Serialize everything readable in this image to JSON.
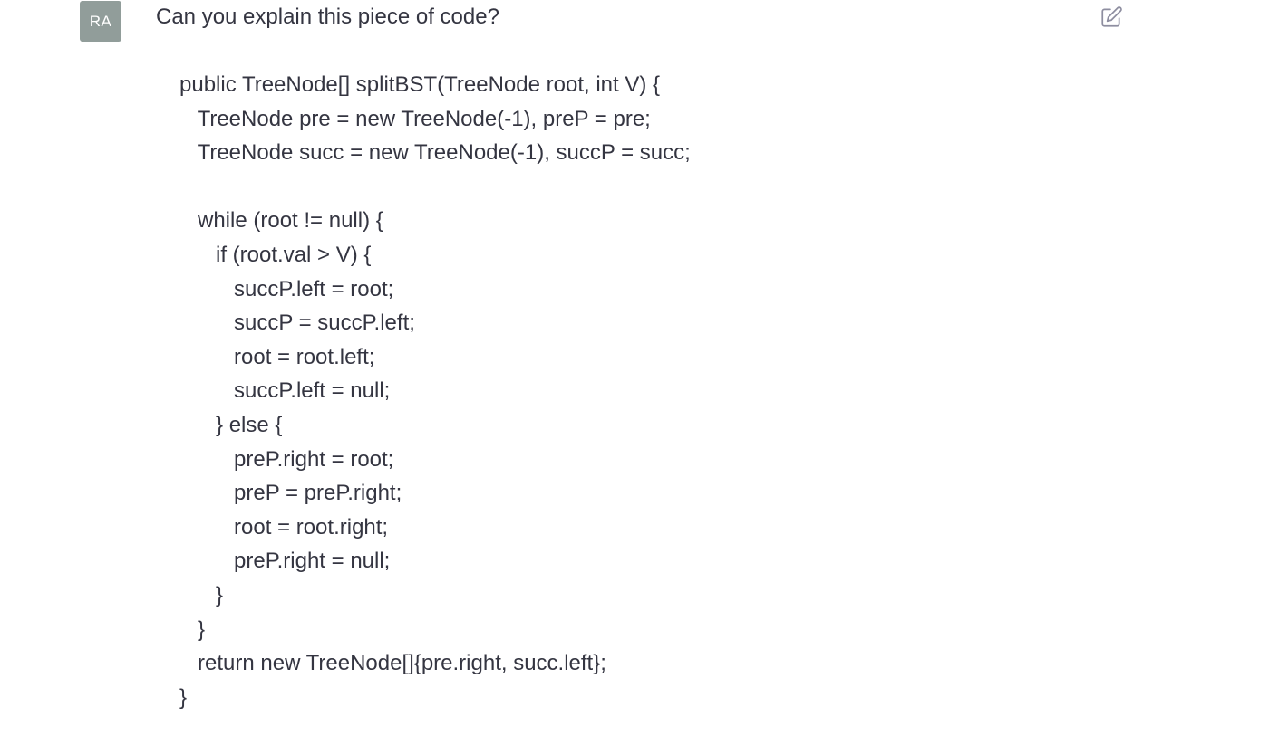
{
  "user": {
    "avatar_initials": "RA",
    "avatar_color": "#919d9a"
  },
  "message": {
    "question": "Can you explain this piece of code?",
    "code_lines": [
      "public TreeNode[] splitBST(TreeNode root, int V) {",
      "   TreeNode pre = new TreeNode(-1), preP = pre;",
      "   TreeNode succ = new TreeNode(-1), succP = succ;",
      "",
      "   while (root != null) {",
      "      if (root.val > V) {",
      "         succP.left = root;",
      "         succP = succP.left;",
      "         root = root.left;",
      "         succP.left = null;",
      "      } else {",
      "         preP.right = root;",
      "         preP = preP.right;",
      "         root = root.right;",
      "         preP.right = null;",
      "      }",
      "   }",
      "   return new TreeNode[]{pre.right, succ.left};",
      "}"
    ]
  },
  "actions": {
    "edit_icon": "edit-icon"
  }
}
